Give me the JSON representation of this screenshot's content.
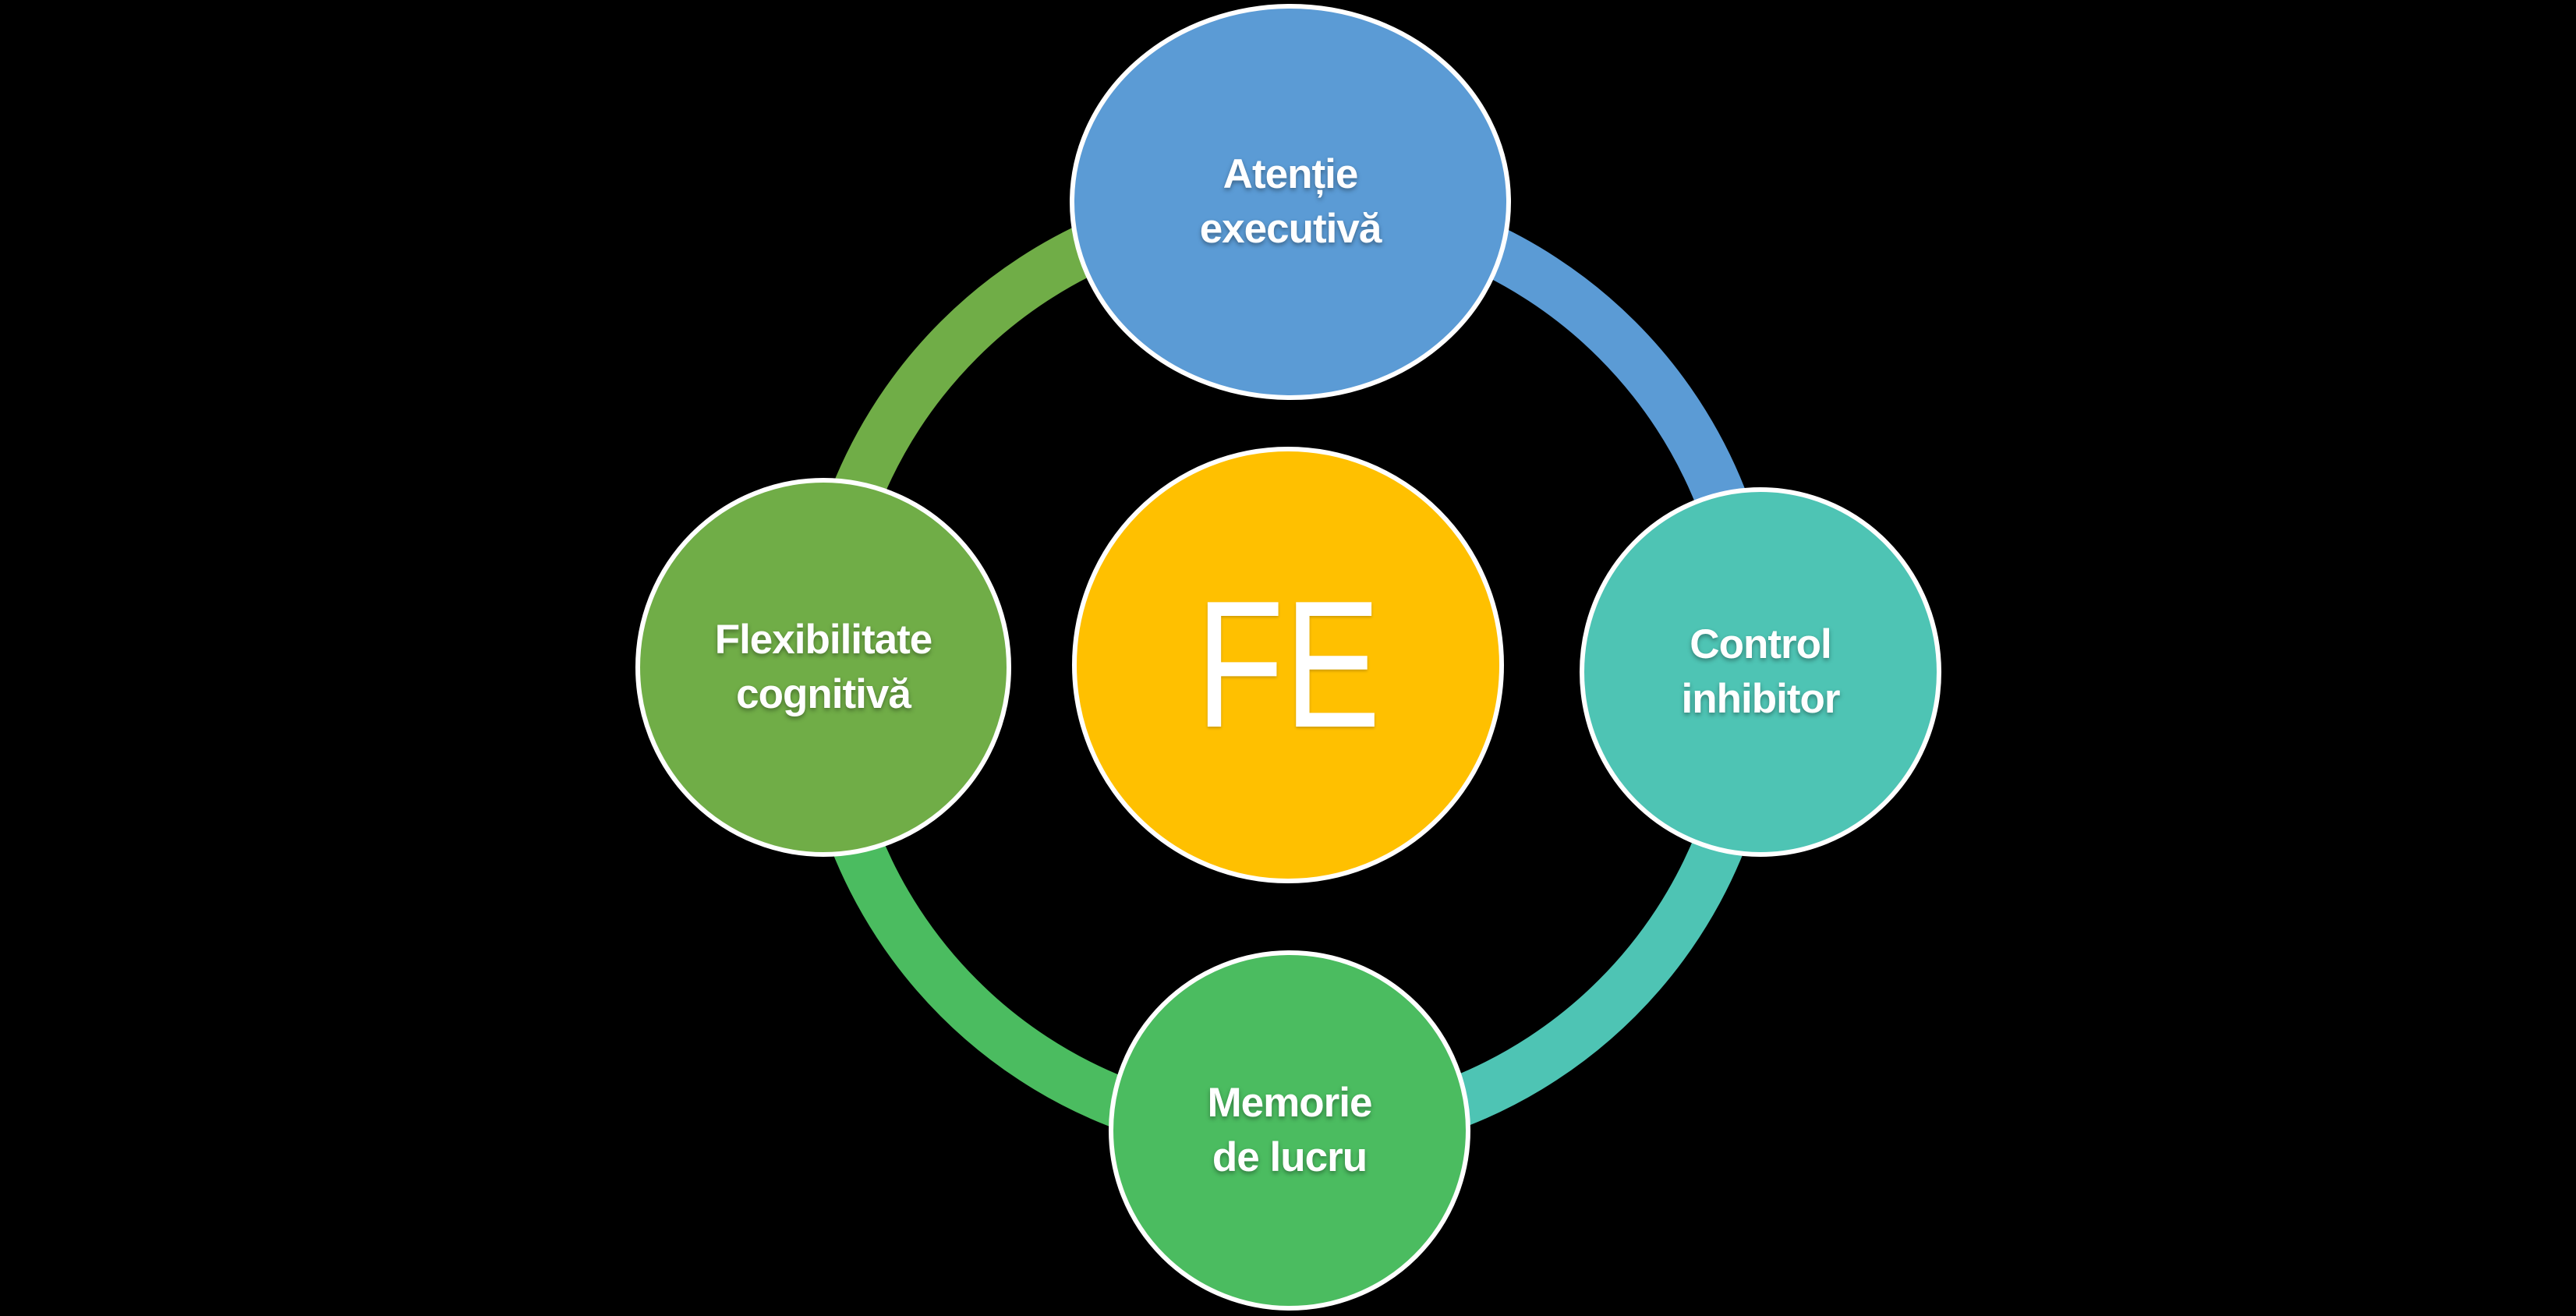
{
  "diagram": {
    "type": "cycle",
    "center_node": {
      "label": "FE"
    },
    "nodes": {
      "top": {
        "label": "Atenție executivă"
      },
      "right": {
        "label": "Control inhibitor"
      },
      "bottom": {
        "label": "Memorie de lucru"
      },
      "left": {
        "label": "Flexibilitate cognitivă"
      }
    }
  },
  "colors": {
    "background": "#000000",
    "center_circle": "#FFC000",
    "top_circle": "#5B9BD5",
    "right_circle": "#4EC4B4",
    "bottom_circle": "#4BBC60",
    "left_circle": "#70AD47",
    "circle_outline": "#FFFFFF",
    "label_text": "#FFFFFF"
  }
}
